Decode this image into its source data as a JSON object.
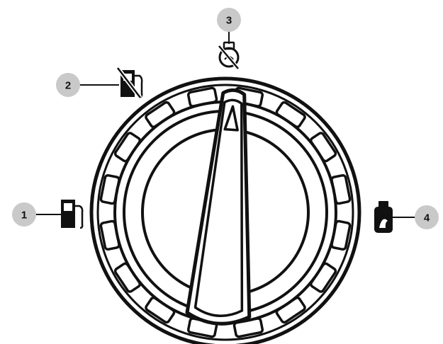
{
  "colors": {
    "outline": "#111111",
    "callout_fill": "#c9c9c9",
    "background": "#ffffff"
  },
  "callouts": [
    {
      "number": "1",
      "icon": "gasoline-pump-icon",
      "side": "left"
    },
    {
      "number": "2",
      "icon": "gasoline-off-icon",
      "side": "upper-left"
    },
    {
      "number": "3",
      "icon": "propane-off-icon",
      "side": "top"
    },
    {
      "number": "4",
      "icon": "propane-tank-icon",
      "side": "right"
    }
  ]
}
